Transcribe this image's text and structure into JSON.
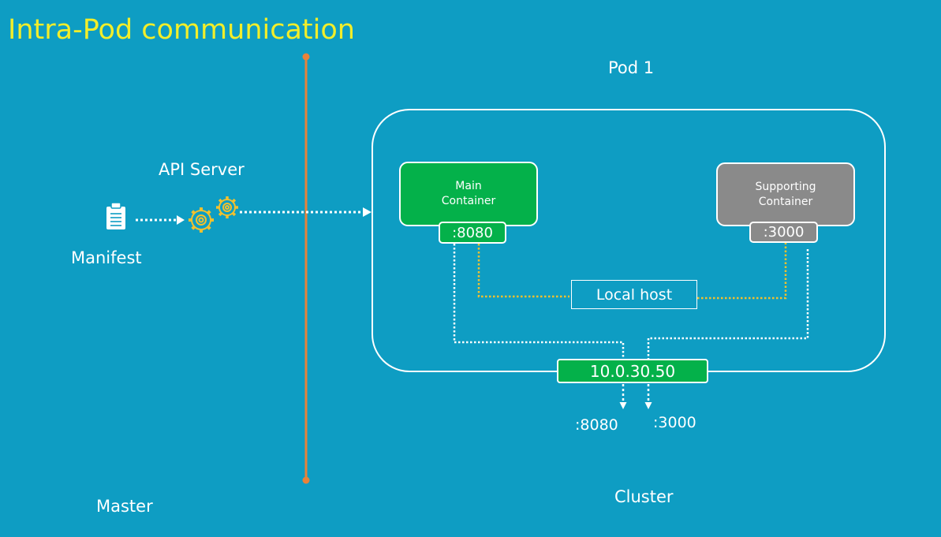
{
  "title": "Intra-Pod communication",
  "master": {
    "label": "Master"
  },
  "api_server": {
    "label": "API Server",
    "icon": "gears-icon"
  },
  "manifest": {
    "label": "Manifest",
    "icon": "clipboard-icon"
  },
  "pod": {
    "title": "Pod 1"
  },
  "main_container": {
    "line1": "Main",
    "line2": "Container",
    "port": ":8080"
  },
  "supporting_container": {
    "line1": "Supporting",
    "line2": "Container",
    "port": ":3000"
  },
  "localhost": {
    "label": "Local host"
  },
  "pod_ip": {
    "label": "10.0.30.50"
  },
  "exposed_ports": [
    ":8080",
    ":3000"
  ],
  "cluster": {
    "label": "Cluster"
  },
  "colors": {
    "background": "#0e9dc3",
    "title": "#f2ee2a",
    "main_container": "#04b14a",
    "supporting_container": "#8a8a8a",
    "divider": "#e8823a",
    "localhost_link": "#f2c12e",
    "gear": "#f2c12e"
  }
}
